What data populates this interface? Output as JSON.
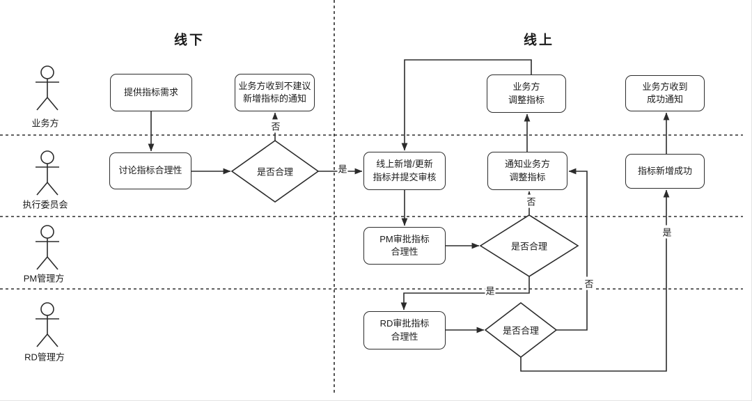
{
  "diagram": {
    "column_headers": {
      "offline": "线下",
      "online": "线上"
    },
    "lanes": [
      {
        "label": "业务方"
      },
      {
        "label": "执行委员会"
      },
      {
        "label": "PM管理方"
      },
      {
        "label": "RD管理方"
      }
    ],
    "nodes": {
      "provide_requirement": {
        "line1": "提供指标需求"
      },
      "reject_notice": {
        "line1": "业务方收到不建议",
        "line2": "新增指标的通知"
      },
      "discuss_rationality": {
        "line1": "讨论指标合理性"
      },
      "submit_review": {
        "line1": "线上新增/更新",
        "line2": "指标并提交审核"
      },
      "biz_adjust": {
        "line1": "业务方",
        "line2": "调整指标"
      },
      "biz_success_notice": {
        "line1": "业务方收到",
        "line2": "成功通知"
      },
      "notify_adjust": {
        "line1": "通知业务方",
        "line2": "调整指标"
      },
      "add_success": {
        "line1": "指标新增成功"
      },
      "pm_review": {
        "line1": "PM审批指标",
        "line2": "合理性"
      },
      "rd_review": {
        "line1": "RD审批指标",
        "line2": "合理性"
      }
    },
    "decisions": {
      "offline_check": "是否合理",
      "pm_check": "是否合理",
      "rd_check": "是否合理"
    },
    "edge_labels": {
      "offline_no": "否",
      "offline_yes": "是",
      "pm_no": "否",
      "pm_yes": "是",
      "rd_no": "否",
      "rd_yes": "是"
    },
    "colors": {
      "stroke": "#2b2b2b",
      "text": "#1a1a1a",
      "background": "#ffffff"
    }
  }
}
